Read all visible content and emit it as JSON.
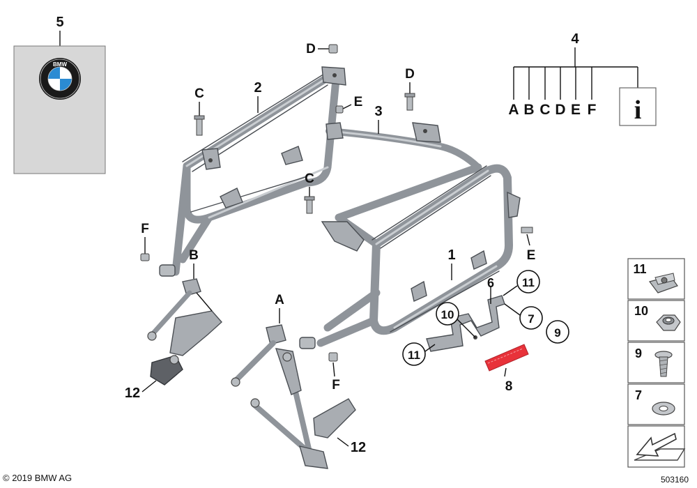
{
  "callouts": {
    "n1": "1",
    "n2": "2",
    "n3": "3",
    "n4": "4",
    "n5": "5",
    "n6": "6",
    "n7": "7",
    "n8": "8",
    "n9": "9",
    "n10": "10",
    "n11": "11",
    "n12": "12"
  },
  "letters": {
    "a": "A",
    "b": "B",
    "c": "C",
    "d": "D",
    "e": "E",
    "f": "F"
  },
  "legend_letters": [
    "A",
    "B",
    "C",
    "D",
    "E",
    "F"
  ],
  "logo": {
    "text": "BMW",
    "blue": "#2b8bd3",
    "black": "#111111"
  },
  "info_symbol": "i",
  "accent": {
    "reflector": "#e8323a"
  },
  "sidebar_icons": [
    "cage-nut-icon",
    "lock-nut-icon",
    "torx-screw-icon",
    "washer-icon",
    "arrow-panel-icon"
  ],
  "footer": {
    "copyright": "© 2019 BMW AG",
    "diagram_number": "503160"
  }
}
